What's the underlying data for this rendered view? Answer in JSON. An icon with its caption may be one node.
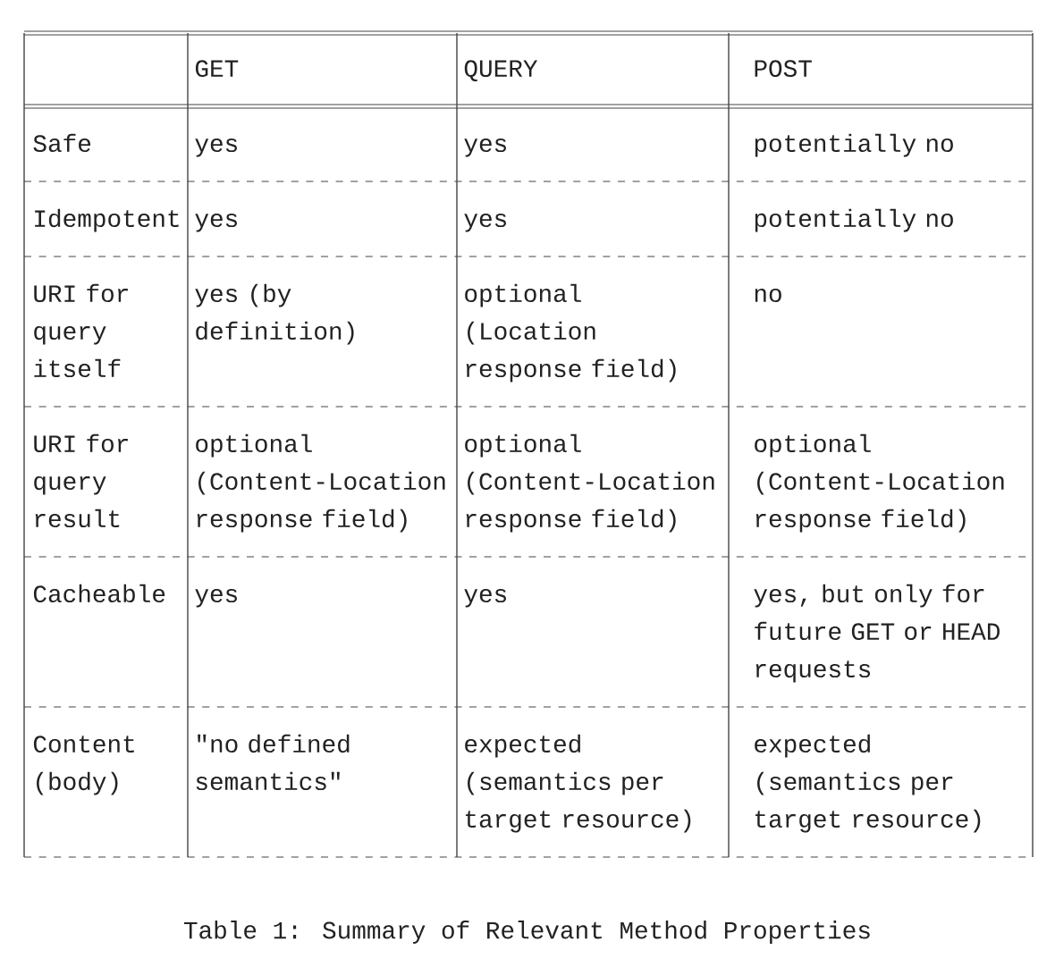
{
  "diagram": {
    "caption": "Table 1: Summary of Relevant Method Properties",
    "labels": [
      "GET",
      "QUERY",
      "POST",
      "Safe",
      "yes",
      "yes",
      "potentially no",
      "Idempotent",
      "yes",
      "yes",
      "potentially no",
      "URI for query itself",
      "yes (by definition)",
      "optional (Location response field)",
      "no",
      "URI for query result",
      "optional (Content-Location response field)",
      "optional (Content-Location response field)",
      "optional (Content-Location response field)",
      "Cacheable",
      "yes",
      "yes",
      "yes, but only for future GET or HEAD requests",
      "Content (body)",
      "\"no defined semantics\"",
      "expected (semantics per target resource)",
      "expected (semantics per target resource)"
    ]
  }
}
